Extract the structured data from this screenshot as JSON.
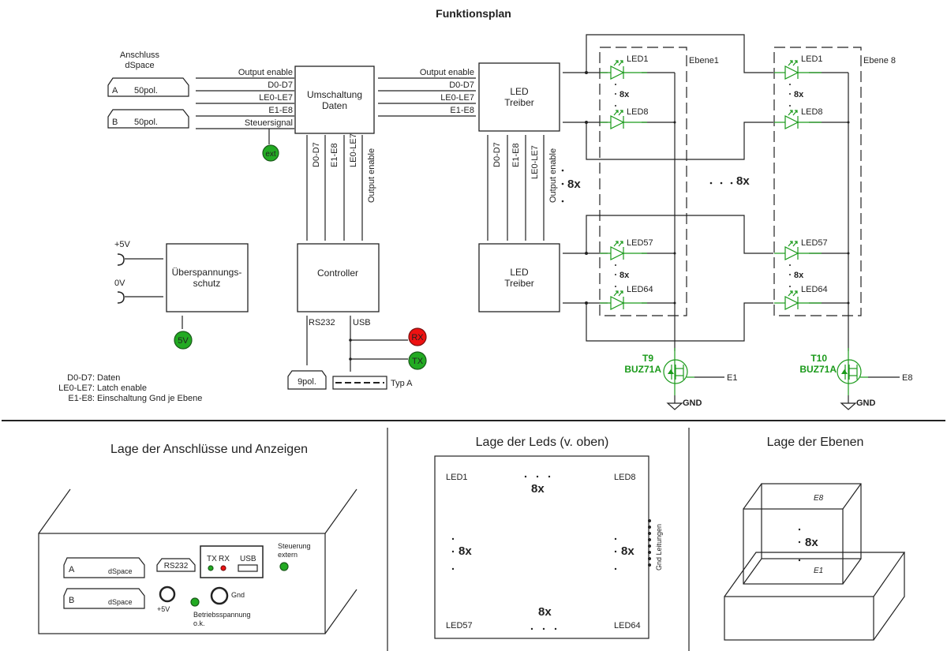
{
  "title": "Funktionsplan",
  "dspace": {
    "heading_line1": "Anschluss",
    "heading_line2": "dSpace",
    "connector_a": {
      "letter": "A",
      "label": "50pol."
    },
    "connector_b": {
      "letter": "B",
      "label": "50pol."
    },
    "ext_led": "ext"
  },
  "signals_left": [
    "Output enable",
    "D0-D7",
    "LE0-LE7",
    "E1-E8",
    "Steuersignal"
  ],
  "umschaltung": {
    "line1": "Umschaltung",
    "line2": "Daten"
  },
  "signals_mid": [
    "Output enable",
    "D0-D7",
    "LE0-LE7",
    "E1-E8"
  ],
  "vertical_signals": [
    "D0-D7",
    "E1-E8",
    "LE0-LE7",
    "Output enable"
  ],
  "led_treiber": {
    "line1": "LED",
    "line2": "Treiber"
  },
  "multiplier": "8x",
  "dots": ". . .",
  "ebene1_label": "Ebene1",
  "ebene8_label": "Ebene 8",
  "leds_top": [
    "LED1",
    "LED8"
  ],
  "leds_bottom": [
    "LED57",
    "LED64"
  ],
  "transistors": [
    {
      "ref": "T9",
      "type": "BUZ71A",
      "gate": "E1",
      "ground": "GND"
    },
    {
      "ref": "T10",
      "type": "BUZ71A",
      "gate": "E8",
      "ground": "GND"
    }
  ],
  "power": {
    "plus_label": "+5V",
    "zero_label": "0V",
    "box_line1": "Überspannungs-",
    "box_line2": "schutz",
    "led": "5V"
  },
  "controller": {
    "label": "Controller",
    "rs232": "RS232",
    "usb": "USB",
    "rx": "RX",
    "tx": "TX",
    "serial_connector": "9pol.",
    "usb_type": "Typ A"
  },
  "legend": [
    {
      "key": "D0-D7:",
      "value": "Daten"
    },
    {
      "key": "LE0-LE7:",
      "value": "Latch enable"
    },
    {
      "key": "E1-E8:",
      "value": "Einschaltung Gnd je Ebene"
    }
  ],
  "panel_connections": {
    "title": "Lage der Anschlüsse und Anzeigen",
    "conn_a": {
      "letter": "A",
      "label": "dSpace"
    },
    "conn_b": {
      "letter": "B",
      "label": "dSpace"
    },
    "rs232": "RS232",
    "tx": "TX",
    "rx": "RX",
    "usb": "USB",
    "steuerung_line1": "Steuerung",
    "steuerung_line2": "extern",
    "plus5v": "+5V",
    "gnd": "Gnd",
    "betrieb_line1": "Betriebsspannung",
    "betrieb_line2": "o.k."
  },
  "panel_leds": {
    "title": "Lage der Leds (v. oben)",
    "corner_tl": "LED1",
    "corner_tr": "LED8",
    "corner_bl": "LED57",
    "corner_br": "LED64",
    "gnd_label": "Gnd Leitungen",
    "count": "8x"
  },
  "panel_layers": {
    "title": "Lage der Ebenen",
    "top": "E8",
    "bottom": "E1",
    "count": "8x"
  },
  "colors": {
    "led_green": "#22aa22",
    "led_red": "#ee1111",
    "schematic_green": "#1a9a1a"
  }
}
